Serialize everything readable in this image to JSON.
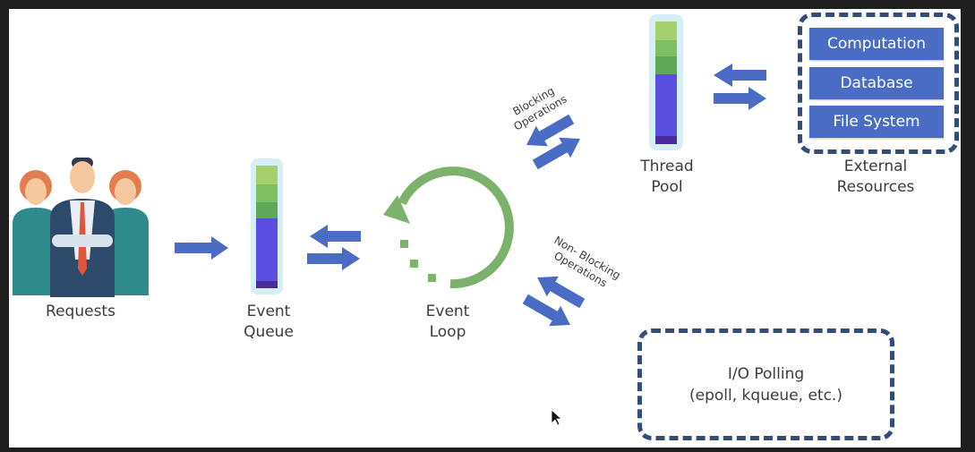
{
  "nodes": {
    "requests": "Requests",
    "event_queue": [
      "Event",
      "Queue"
    ],
    "event_loop": [
      "Event",
      "Loop"
    ],
    "thread_pool": [
      "Thread",
      "Pool"
    ],
    "external_resources": [
      "External",
      "Resources"
    ]
  },
  "resources": [
    "Computation",
    "Database",
    "File System"
  ],
  "blocking_label": [
    "Blocking",
    "Operations"
  ],
  "nonblocking_label": [
    "Non- Blocking",
    "Operations"
  ],
  "io_polling": [
    "I/O Polling",
    "(epoll, kqueue, etc.)"
  ],
  "colors": {
    "arrow": "#4a6cc4",
    "loop": "#7cb26c",
    "queue_light_green": "#a6cf6e",
    "queue_mid_green": "#7fbf64",
    "queue_dark_green": "#5ea858",
    "queue_blue": "#5a4ee0",
    "queue_dark": "#4a2a9c",
    "dashed_border": "#334c7a",
    "resource_fill": "#4a6cc4"
  }
}
